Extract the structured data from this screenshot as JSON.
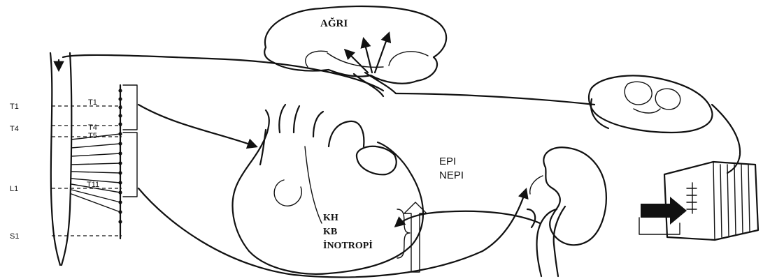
{
  "labels": {
    "pain": "AĞRI",
    "spine_levels": [
      "T1",
      "T4",
      "L1",
      "S1"
    ],
    "cord_levels": [
      "T1",
      "T4",
      "T5",
      "T11"
    ],
    "hormones": [
      "EPI",
      "NEPI"
    ],
    "cardiac_effects": [
      "KH",
      "KB",
      "İNOTROPİ"
    ]
  }
}
